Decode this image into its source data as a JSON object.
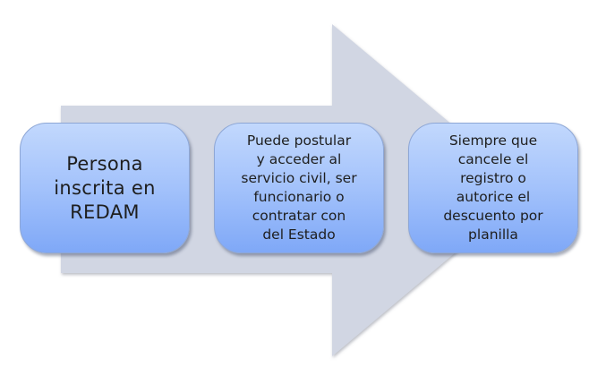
{
  "diagram": {
    "type": "process-arrow",
    "arrow_color": "#d1d6e3",
    "box_gradient": [
      "#c2d8fd",
      "#7fa8f7"
    ],
    "steps": [
      {
        "label": "Persona\ninscrita en\nREDAM"
      },
      {
        "label": "Puede postular\ny acceder al\nservicio civil, ser\nfuncionario o\ncontratar con\ndel Estado"
      },
      {
        "label": "Siempre que\ncancele el\nregistro o\nautorice el\ndescuento por\nplanilla"
      }
    ]
  }
}
